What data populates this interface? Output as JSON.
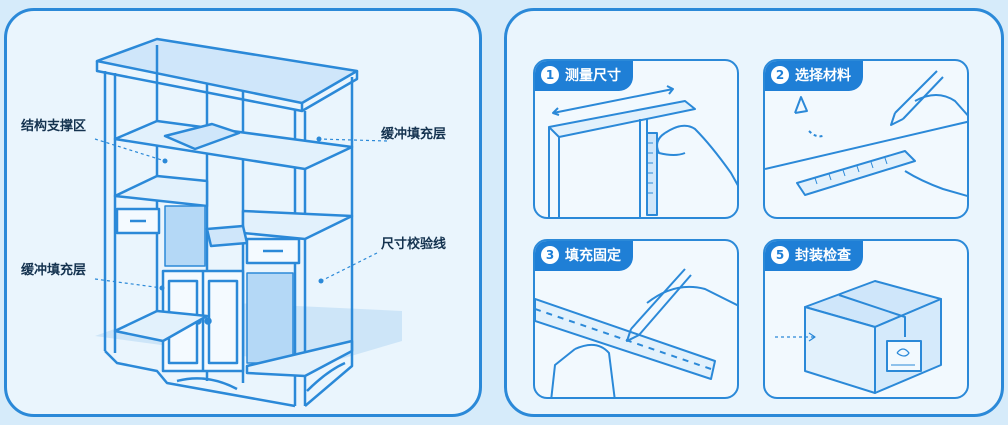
{
  "colors": {
    "accent": "#2b89d8",
    "panel_bg": "#eaf5fd",
    "page_bg": "#d6ebfa"
  },
  "cabinet": {
    "callouts": [
      {
        "id": "structure-support",
        "label": "结构支撑区"
      },
      {
        "id": "buffer-fill-left",
        "label": "缓冲填充层"
      },
      {
        "id": "buffer-fill-right",
        "label": "缓冲填充层"
      },
      {
        "id": "size-calibration",
        "label": "尺寸校验线"
      }
    ]
  },
  "steps": [
    {
      "number": "1",
      "label": "测量尺寸",
      "icon": "measuring-tape-icon"
    },
    {
      "number": "2",
      "label": "选择材料",
      "icon": "pencil-ruler-icon"
    },
    {
      "number": "3",
      "label": "填充固定",
      "icon": "pencil-mark-icon"
    },
    {
      "number": "5",
      "label": "封装检查",
      "icon": "box-icon"
    }
  ]
}
